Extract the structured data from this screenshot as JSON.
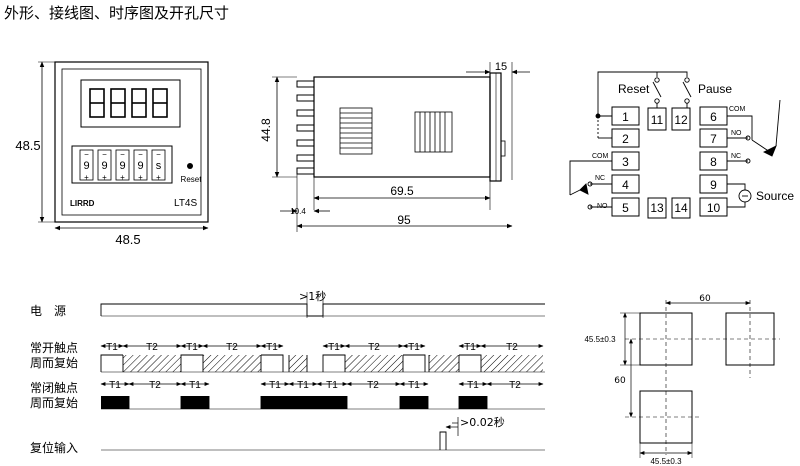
{
  "title": "外形、接线图、时序图及开孔尺寸",
  "front": {
    "dim_height": "48.5",
    "dim_width": "48.5",
    "digits": [
      "9",
      "9",
      "9",
      "9",
      "s"
    ],
    "reset_label": "Reset",
    "brand": "LIRRD",
    "model": "LT4S"
  },
  "side": {
    "dim_height": "44.8",
    "dim_top": "15",
    "dim_body": "69.5",
    "dim_front": "10.4",
    "dim_total": "95"
  },
  "wiring": {
    "reset_label": "Reset",
    "pause_label": "Pause",
    "com_right": "COM",
    "no_right": "NO",
    "nc_right": "NC",
    "com_left": "COM",
    "nc_left": "NC",
    "no_left": "NO",
    "source_label": "Source",
    "terminals": [
      "1",
      "2",
      "3",
      "4",
      "5",
      "6",
      "7",
      "8",
      "9",
      "10",
      "11",
      "12",
      "13",
      "14"
    ]
  },
  "timing": {
    "row_power": "电　源",
    "row_no_1": "常开触点",
    "row_no_2": "周而复始",
    "row_nc_1": "常闭触点",
    "row_nc_2": "周而复始",
    "row_reset": "复位输入",
    "note_power": ">1秒",
    "note_reset": ">0.02秒",
    "t1": "T1",
    "t2": "T2"
  },
  "cutout": {
    "dim_width": "60",
    "dim_height": "60",
    "dim_h_hole": "45.5±0.3",
    "dim_w_hole": "45.5±0.3"
  }
}
